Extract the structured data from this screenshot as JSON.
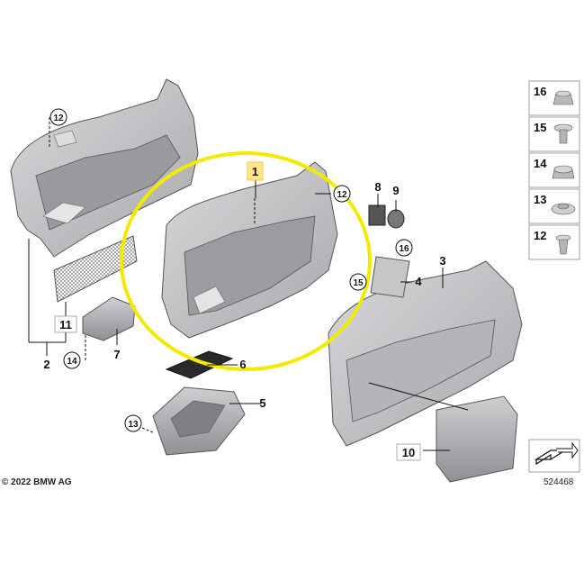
{
  "copyright": "© 2022 BMW AG",
  "diagram_number": "524468",
  "callouts": {
    "c1": "1",
    "c2": "2",
    "c3": "3",
    "c4": "4",
    "c5": "5",
    "c6": "6",
    "c7": "7",
    "c8": "8",
    "c9": "9",
    "c10": "10",
    "c11": "11",
    "c12a": "12",
    "c12b": "12",
    "c13": "13",
    "c14": "14",
    "c15": "15",
    "c16": "16"
  },
  "hardware_column": [
    "16",
    "15",
    "14",
    "13",
    "12"
  ],
  "colors": {
    "highlight_ellipse": "#f2ea00",
    "highlight_box": "#fde68a",
    "part_fill": "#c9c9cc",
    "part_dark": "#8d8d92",
    "line": "#222222"
  }
}
